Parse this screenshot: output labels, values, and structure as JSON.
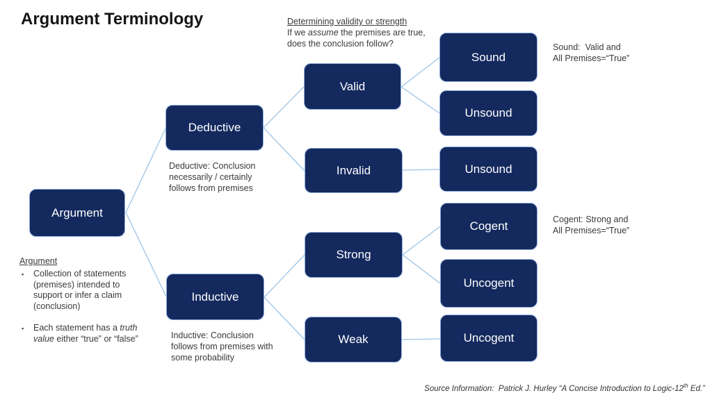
{
  "title": "Argument Terminology",
  "colors": {
    "box_fill": "#14295E",
    "box_border": "#8FAEDC",
    "connector": "#9DC3E6",
    "title_color": "#151515",
    "note_color": "#3A3A3A"
  },
  "bullet_char": "▪",
  "nodes": {
    "argument": "Argument",
    "deductive": "Deductive",
    "inductive": "Inductive",
    "valid": "Valid",
    "invalid": "Invalid",
    "strong": "Strong",
    "weak": "Weak",
    "sound": "Sound",
    "unsound_valid": "Unsound",
    "unsound_invalid": "Unsound",
    "cogent": "Cogent",
    "uncogent_strong": "Uncogent",
    "uncogent_weak": "Uncogent"
  },
  "annotations": {
    "determining": {
      "heading": "Determining validity or strength",
      "line1_pre": "If we ",
      "line1_italic": "assume",
      "line1_post": " the premises are true,",
      "line2": "does the conclusion follow?"
    },
    "sound_note": [
      "Sound:  Valid and",
      "All Premises=“True”"
    ],
    "cogent_note": [
      "Cogent: Strong and",
      "All Premises=“True”"
    ],
    "deductive_note": "Deductive: Conclusion necessarily / certainly follows from premises",
    "inductive_note": "Inductive: Conclusion follows from premises with some probability",
    "argument_block": {
      "heading": "Argument",
      "bullet1": "Collection of statements (premises) intended to support or infer a claim (conclusion)",
      "bullet2_pre": "Each statement has a ",
      "bullet2_italic": "truth value",
      "bullet2_post": " either “true” or “false”"
    },
    "source_pre": "Source Information:  Patrick J. Hurley “A Concise Introduction to Logic-12",
    "source_sup": "th",
    "source_post": " Ed.”"
  }
}
